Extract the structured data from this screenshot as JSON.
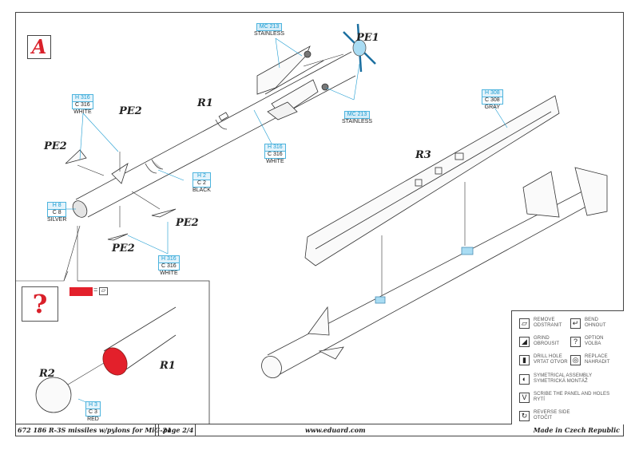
{
  "step": {
    "label": "A"
  },
  "option": {
    "label": "?"
  },
  "parts": {
    "pe1": "PE1",
    "r1_top": "R1",
    "r1_detail": "R1",
    "r2": "R2",
    "r3": "R3",
    "pe2_a": "PE2",
    "pe2_b": "PE2",
    "pe2_c": "PE2",
    "pe2_d": "PE2"
  },
  "colors": {
    "white_top": {
      "h": "H 316",
      "c": "C 316",
      "name": "WHITE"
    },
    "white_mid": {
      "h": "H 316",
      "c": "C 316",
      "name": "WHITE"
    },
    "white_low": {
      "h": "H 316",
      "c": "C 316",
      "name": "WHITE"
    },
    "black": {
      "h": "H 2",
      "c": "C 2",
      "name": "BLACK"
    },
    "silver": {
      "h": "H 8",
      "c": "C 8",
      "name": "SILVER"
    },
    "gray": {
      "h": "H 308",
      "c": "C 308",
      "name": "GRAY"
    },
    "red": {
      "h": "H 3",
      "c": "C 3",
      "name": "RED"
    },
    "stainless_top": {
      "h": "MC 213",
      "name": "STAINLESS"
    },
    "stainless_low": {
      "h": "MC 213",
      "name": "STAINLESS"
    }
  },
  "accent": {
    "red": "#e3202b",
    "cyan": "#1b9bd1",
    "ice": "#a9dcf3"
  },
  "option_note": {
    "eq": "="
  },
  "legend": [
    {
      "icon": "remove-icon",
      "glyph": "▱",
      "en": "REMOVE",
      "cz": "ODSTRANIT"
    },
    {
      "icon": "bend-icon",
      "glyph": "↵",
      "en": "BEND",
      "cz": "OHNOUT"
    },
    {
      "icon": "grind-icon",
      "glyph": "◢",
      "en": "GRIND",
      "cz": "OBROUSIT"
    },
    {
      "icon": "option-icon",
      "glyph": "?",
      "en": "OPTION",
      "cz": "VOLBA"
    },
    {
      "icon": "drill-hole-icon",
      "glyph": "▮",
      "en": "DRILL HOLE",
      "cz": "VRTAT OTVOR"
    },
    {
      "icon": "replace-icon",
      "glyph": "◎",
      "en": "REPLACE",
      "cz": "NAHRADIT"
    },
    {
      "icon": "symmetrical-assembly-icon",
      "glyph": "◐",
      "en": "SYMETRICAL ASSEMBLY",
      "cz": "SYMETRICKÁ MONTÁŽ"
    },
    {
      "icon": "scribe-icon",
      "glyph": "V",
      "en": "SCRIBE THE PANEL AND HOLES",
      "cz": "RYTÍ"
    },
    {
      "icon": "reverse-side-icon",
      "glyph": "↻",
      "en": "REVERSE SIDE",
      "cz": "OTOČIT"
    }
  ],
  "footer": {
    "product": "672 186  R-3S missiles w/pylons for MiG-21",
    "page": "page 2/4",
    "website": "www.eduard.com",
    "origin": "Made in Czech Republic"
  }
}
